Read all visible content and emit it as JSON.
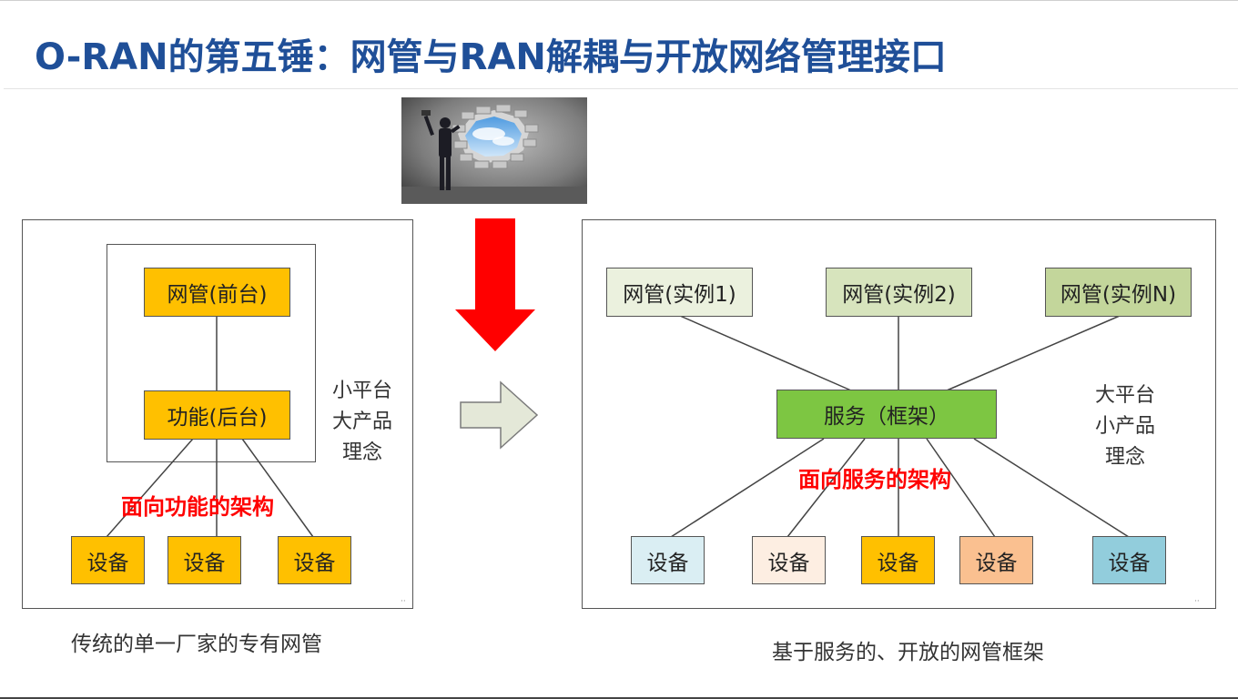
{
  "title": "O-RAN的第五锤：网管与RAN解耦与开放网络管理接口",
  "colors": {
    "title_blue": "#1f4f98",
    "orange": "#ffc000",
    "green": "#7dc642",
    "red": "#ff0000"
  },
  "left_panel": {
    "front_box": "网管(前台)",
    "back_box": "功能(后台)",
    "note_lines": [
      "小平台",
      "大产品",
      "理念"
    ],
    "red_label": "面向功能的架构",
    "devices": [
      "设备",
      "设备",
      "设备"
    ],
    "caption": "传统的单一厂家的专有网管"
  },
  "right_panel": {
    "instances": [
      "网管(实例1)",
      "网管(实例2)",
      "网管(实例N)"
    ],
    "service_box": "服务（框架）",
    "note_lines": [
      "大平台",
      "小产品",
      "理念"
    ],
    "red_label": "面向服务的架构",
    "devices": [
      "设备",
      "设备",
      "设备",
      "设备",
      "设备"
    ],
    "caption": "基于服务的、开放的网管框架"
  },
  "image": {
    "description_icon": "man-breaking-wall-image"
  }
}
